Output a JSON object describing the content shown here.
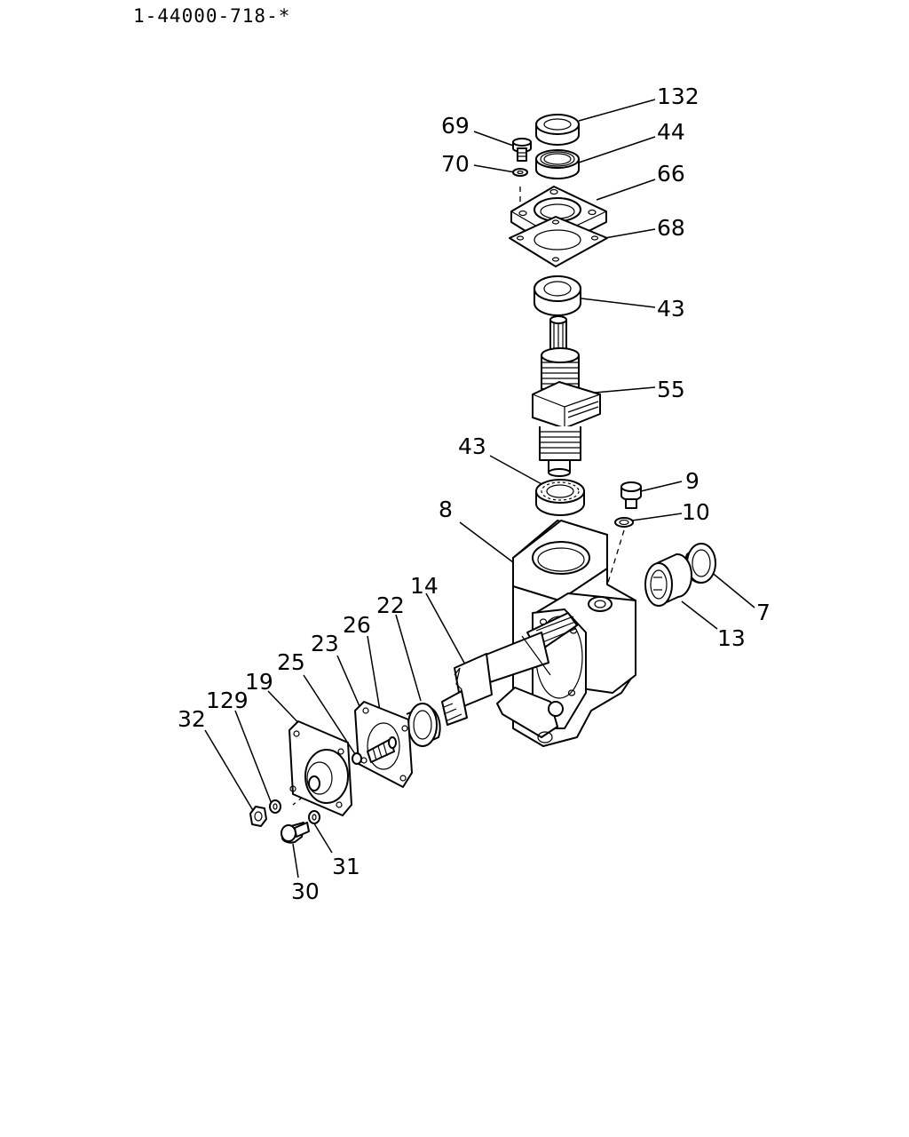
{
  "drawing_number": "1-44000-718-*",
  "parts": [
    "132",
    "69",
    "44",
    "70",
    "66",
    "68",
    "43",
    "55",
    "43",
    "9",
    "8",
    "10",
    "7",
    "13",
    "14",
    "22",
    "26",
    "23",
    "25",
    "19",
    "129",
    "32",
    "31",
    "30"
  ]
}
